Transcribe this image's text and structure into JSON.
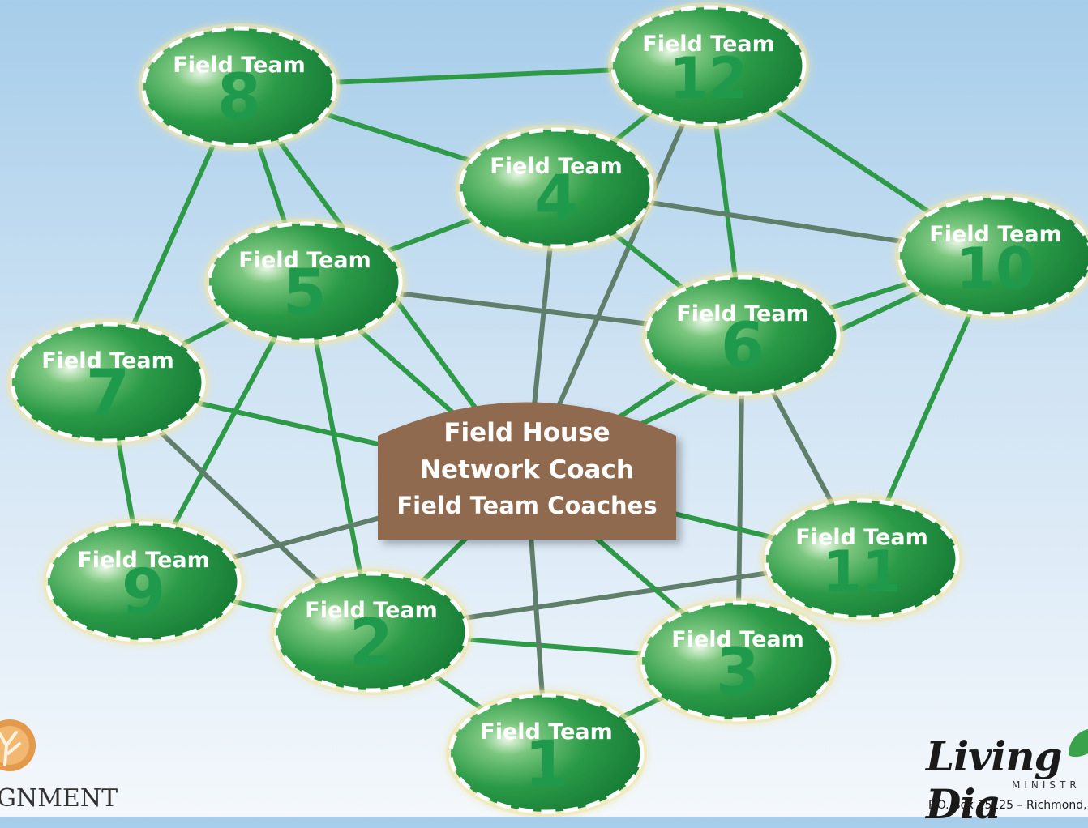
{
  "hub": {
    "lines": [
      "Field House",
      "Network Coach",
      "Field Team Coaches"
    ]
  },
  "nodes": [
    {
      "id": 1,
      "title": "Field Team",
      "number": "1"
    },
    {
      "id": 2,
      "title": "Field Team",
      "number": "2"
    },
    {
      "id": 3,
      "title": "Field Team",
      "number": "3"
    },
    {
      "id": 4,
      "title": "Field Team",
      "number": "4"
    },
    {
      "id": 5,
      "title": "Field Team",
      "number": "5"
    },
    {
      "id": 6,
      "title": "Field Team",
      "number": "6"
    },
    {
      "id": 7,
      "title": "Field Team",
      "number": "7"
    },
    {
      "id": 8,
      "title": "Field Team",
      "number": "8"
    },
    {
      "id": 9,
      "title": "Field Team",
      "number": "9"
    },
    {
      "id": 10,
      "title": "Field Team",
      "number": "10"
    },
    {
      "id": 11,
      "title": "Field Team",
      "number": "11"
    },
    {
      "id": 12,
      "title": "Field Team",
      "number": "12"
    }
  ],
  "edges": [
    [
      8,
      12
    ],
    [
      8,
      4
    ],
    [
      8,
      5
    ],
    [
      8,
      7
    ],
    [
      8,
      "hub"
    ],
    [
      12,
      4
    ],
    [
      12,
      6
    ],
    [
      12,
      10
    ],
    [
      12,
      "hub"
    ],
    [
      4,
      5
    ],
    [
      4,
      10
    ],
    [
      4,
      6
    ],
    [
      4,
      "hub"
    ],
    [
      5,
      6
    ],
    [
      5,
      7
    ],
    [
      5,
      9
    ],
    [
      5,
      2
    ],
    [
      5,
      "hub"
    ],
    [
      6,
      10
    ],
    [
      6,
      3
    ],
    [
      6,
      11
    ],
    [
      6,
      "hub"
    ],
    [
      10,
      11
    ],
    [
      10,
      "hub"
    ],
    [
      7,
      9
    ],
    [
      7,
      2
    ],
    [
      7,
      "hub"
    ],
    [
      9,
      2
    ],
    [
      9,
      "hub"
    ],
    [
      2,
      11
    ],
    [
      2,
      3
    ],
    [
      2,
      1
    ],
    [
      2,
      "hub"
    ],
    [
      11,
      "hub"
    ],
    [
      3,
      1
    ],
    [
      3,
      "hub"
    ],
    [
      1,
      "hub"
    ]
  ],
  "colors": {
    "node_fill": "#1e8f3e",
    "node_border": "#ffffff",
    "edge": "#2e9a48",
    "edge_alt": "#5f7f6a",
    "hub_fill": "#8f6a4f",
    "background_top": "#a6cdea"
  },
  "logos": {
    "left_text": "GNMENT",
    "right_script": "Living Dia",
    "right_sub": "MINISTR",
    "address": "P.O. Box 15125 – Richmond,"
  }
}
